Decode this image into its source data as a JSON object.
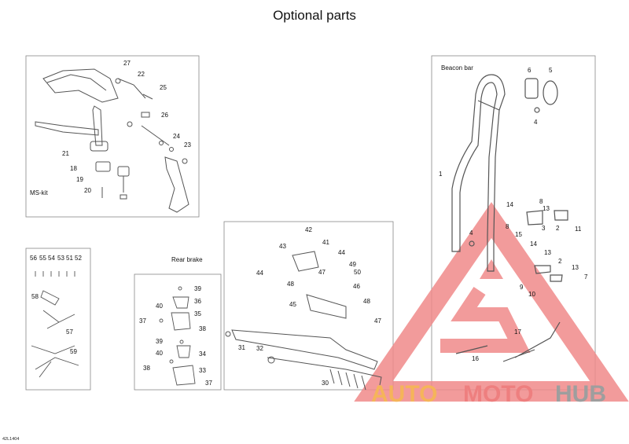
{
  "title": "Optional parts",
  "code": "42L1404",
  "panels": {
    "ms_kit": "MS-kit",
    "beacon_bar": "Beacon bar",
    "rear_brake": "Rear brake"
  },
  "watermark": {
    "text_auto": "AUTO",
    "text_moto": "MOTO",
    "text_hub": "HUB",
    "auto_color": "#f5b45a",
    "moto_color": "#ee7f7f",
    "hub_color": "#9e9e9e"
  }
}
